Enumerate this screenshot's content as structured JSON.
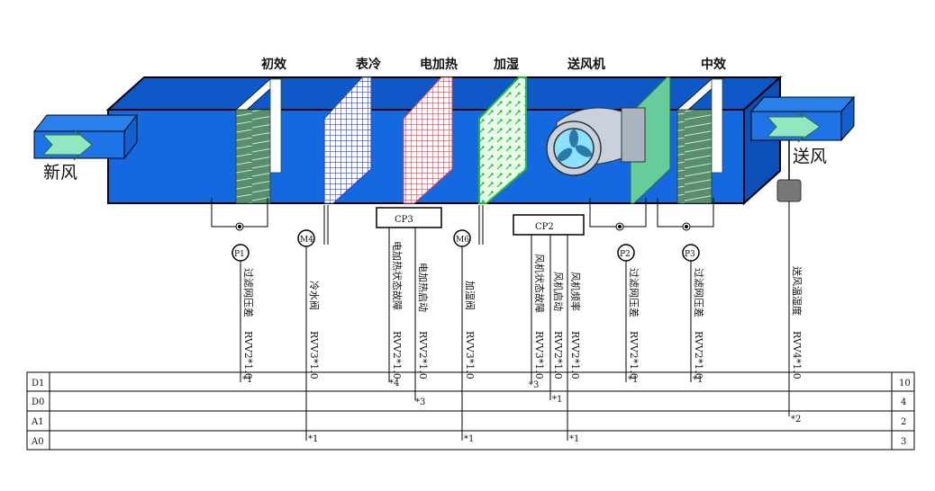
{
  "sections": [
    "初效",
    "表冷",
    "电加热",
    "加湿",
    "送风机",
    "中效"
  ],
  "inlet_label": "新风",
  "outlet_label": "送风",
  "controllers": [
    "CP3",
    "CP2"
  ],
  "sensors": [
    {
      "tag": "P1",
      "desc": "过滤网压差",
      "cable": "RVV2*1.0"
    },
    {
      "tag": "M4",
      "desc": "冷水阀",
      "cable": "RVV3*1.0"
    },
    {
      "tag": "",
      "desc": "电加热状态故障",
      "cable": "RVV2*1.0"
    },
    {
      "tag": "",
      "desc": "电加热启动",
      "cable": "RVV2*1.0"
    },
    {
      "tag": "M6",
      "desc": "加湿阀",
      "cable": "RVV3*1.0"
    },
    {
      "tag": "",
      "desc": "风机状态故障",
      "cable": "RVV3*1.0"
    },
    {
      "tag": "",
      "desc": "风机启动",
      "cable": "RVV2*1.0"
    },
    {
      "tag": "",
      "desc": "风机频率",
      "cable": "RVV2*1.0"
    },
    {
      "tag": "P2",
      "desc": "过滤网压差",
      "cable": "RVV2*1.0"
    },
    {
      "tag": "P3",
      "desc": "过滤网压差",
      "cable": "RVV2*1.0"
    },
    {
      "tag": "",
      "desc": "送风温湿度",
      "cable": "RVV4*1.0"
    }
  ],
  "io_table": {
    "rows": [
      {
        "type": "D1",
        "total": "10"
      },
      {
        "type": "D0",
        "total": "4"
      },
      {
        "type": "A1",
        "total": "2"
      },
      {
        "type": "A0",
        "total": "3"
      }
    ],
    "marks": [
      "*1",
      "*4",
      "*3",
      "*1",
      "*1",
      "*3",
      "*1",
      "*1",
      "*2",
      "*1",
      "*1",
      "*1"
    ]
  },
  "colors": {
    "box_front": "#1569e0",
    "box_top": "#0f58c8",
    "filter_green": "#5a8f6e",
    "coil_blue": "#3040c8",
    "heater_red": "#e04050",
    "humid_green": "#22bb33",
    "fan_panel": "#66cc99"
  }
}
